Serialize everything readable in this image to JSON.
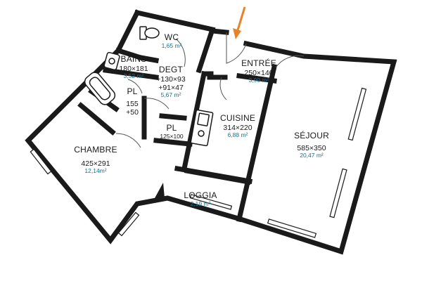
{
  "colors": {
    "wall": "#1a1a1a",
    "area_text": "#1f6f8b",
    "arrow": "#e8822a",
    "background": "#ffffff"
  },
  "entrance_marker": {
    "icon": "arrow-down-icon",
    "color": "#e8822a"
  },
  "rooms": {
    "wc": {
      "name": "WC",
      "area": "1,65 m²"
    },
    "bains": {
      "name": "BAINS",
      "dim": "180×181",
      "area": "3,52 m²"
    },
    "degt": {
      "name": "DEGT",
      "dim1": "+130×93",
      "dim2": "+91×47",
      "area": "5,67 m²"
    },
    "pl1": {
      "name": "PL",
      "dim1": "155",
      "dim2": "+50"
    },
    "pl2": {
      "name": "PL",
      "dim": "125×100"
    },
    "entree": {
      "name": "ENTRÉE",
      "dim": "250×140",
      "area": "3,90 m²"
    },
    "cuisine": {
      "name": "CUISINE",
      "dim": "314×220",
      "area": "6,88 m²"
    },
    "chambre": {
      "name": "CHAMBRE",
      "dim": "425×291",
      "area": "12,14m²"
    },
    "sejour": {
      "name": "SÉJOUR",
      "dim": "585×350",
      "area": "20,47 m²"
    },
    "loggia": {
      "name": "LOGGIA",
      "area": "2,19 m²"
    }
  }
}
